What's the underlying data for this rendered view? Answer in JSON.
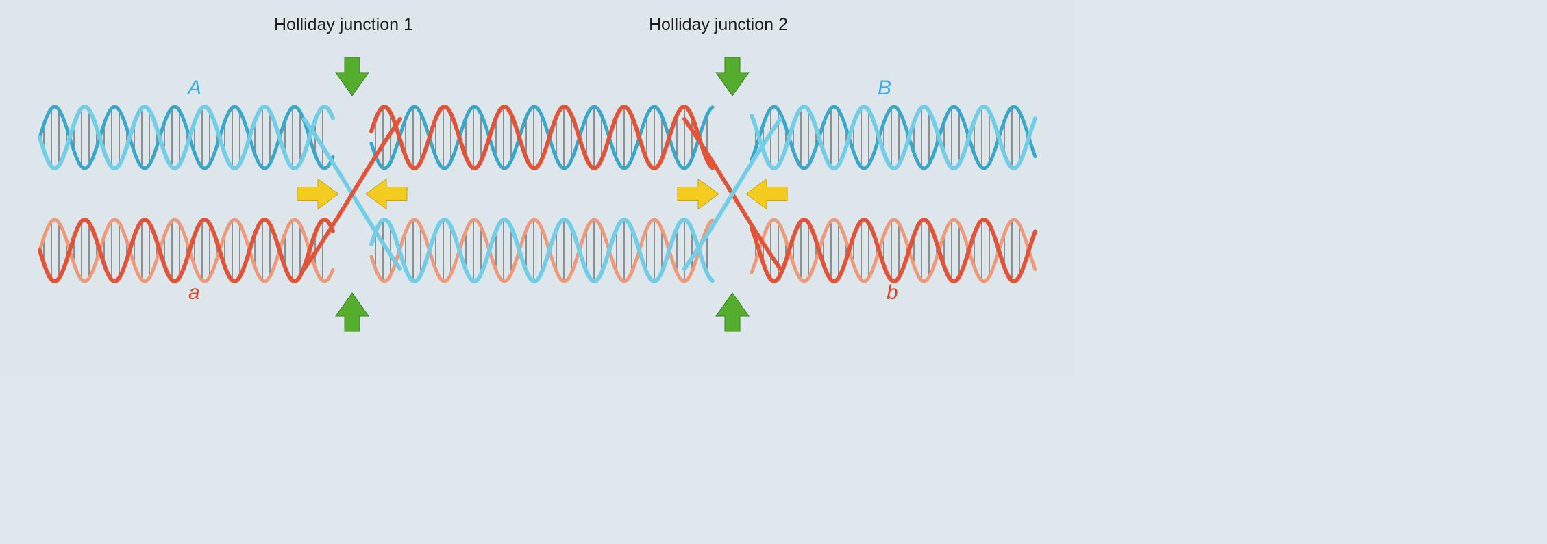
{
  "labels": {
    "junction_1": "Holliday junction 1",
    "junction_2": "Holliday junction 2"
  },
  "alleles": {
    "upper_left": "A",
    "upper_right": "B",
    "lower_left": "a",
    "lower_right": "b"
  },
  "colors": {
    "background": "#dde7eb",
    "blue_strand": "#74cde6",
    "blue_strand_dark": "#3aa7c8",
    "red_strand": "#e0553a",
    "red_strand_dark": "#b83a24",
    "red_strand_light": "#ee9a7a",
    "green_arrow": "#55ad2e",
    "yellow_arrow": "#f3cc1f",
    "blue_label": "#3aaedb",
    "red_label": "#d9472b",
    "base_pair_lines": "#4d4d4d"
  },
  "icons": {
    "junction_1_top": "green-arrow-down-icon",
    "junction_1_bottom": "green-arrow-up-icon",
    "junction_1_left": "yellow-arrow-right-icon",
    "junction_1_right": "yellow-arrow-left-icon",
    "junction_2_top": "green-arrow-down-icon",
    "junction_2_bottom": "green-arrow-up-icon",
    "junction_2_left": "yellow-arrow-right-icon",
    "junction_2_right": "yellow-arrow-left-icon"
  }
}
